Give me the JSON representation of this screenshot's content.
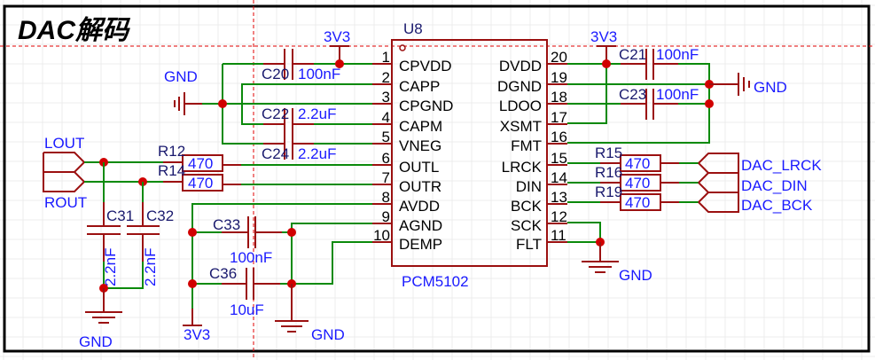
{
  "title": "DAC解码",
  "ic": {
    "designator": "U8",
    "part": "PCM5102",
    "left_pins": [
      {
        "num": "1",
        "name": "CPVDD"
      },
      {
        "num": "2",
        "name": "CAPP"
      },
      {
        "num": "3",
        "name": "CPGND"
      },
      {
        "num": "4",
        "name": "CAPM"
      },
      {
        "num": "5",
        "name": "VNEG"
      },
      {
        "num": "6",
        "name": "OUTL"
      },
      {
        "num": "7",
        "name": "OUTR"
      },
      {
        "num": "8",
        "name": "AVDD"
      },
      {
        "num": "9",
        "name": "AGND"
      },
      {
        "num": "10",
        "name": "DEMP"
      }
    ],
    "right_pins": [
      {
        "num": "20",
        "name": "DVDD"
      },
      {
        "num": "19",
        "name": "DGND"
      },
      {
        "num": "18",
        "name": "LDOO"
      },
      {
        "num": "17",
        "name": "XSMT"
      },
      {
        "num": "16",
        "name": "FMT"
      },
      {
        "num": "15",
        "name": "LRCK"
      },
      {
        "num": "14",
        "name": "DIN"
      },
      {
        "num": "13",
        "name": "BCK"
      },
      {
        "num": "12",
        "name": "SCK"
      },
      {
        "num": "11",
        "name": "FLT"
      }
    ]
  },
  "capacitors": {
    "C20": {
      "ref": "C20",
      "value": "100nF"
    },
    "C22": {
      "ref": "C22",
      "value": "2.2uF"
    },
    "C24": {
      "ref": "C24",
      "value": "2.2uF"
    },
    "C21": {
      "ref": "C21",
      "value": "100nF"
    },
    "C23": {
      "ref": "C23",
      "value": "100nF"
    },
    "C31": {
      "ref": "C31",
      "value": "2.2nF"
    },
    "C32": {
      "ref": "C32",
      "value": "2.2nF"
    },
    "C33": {
      "ref": "C33",
      "value": "100nF"
    },
    "C36": {
      "ref": "C36",
      "value": "10uF"
    }
  },
  "resistors": {
    "R12": {
      "ref": "R12",
      "value": "470"
    },
    "R14": {
      "ref": "R14",
      "value": "470"
    },
    "R15": {
      "ref": "R15",
      "value": "470"
    },
    "R16": {
      "ref": "R16",
      "value": "470"
    },
    "R19": {
      "ref": "R19",
      "value": "470"
    }
  },
  "net_ports": {
    "lout": "LOUT",
    "rout": "ROUT",
    "dac_lrck": "DAC_LRCK",
    "dac_din": "DAC_DIN",
    "dac_bck": "DAC_BCK"
  },
  "power": {
    "vcc": "3V3",
    "gnd": "GND"
  }
}
